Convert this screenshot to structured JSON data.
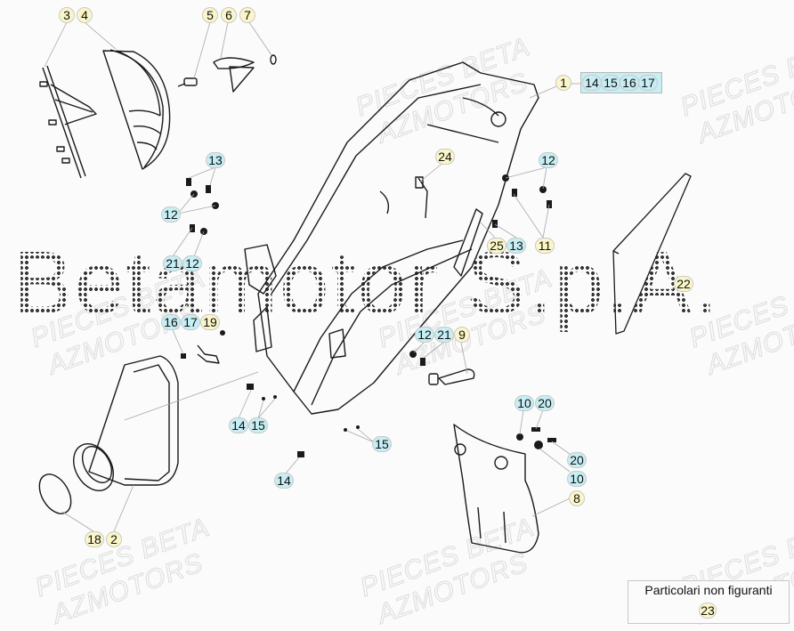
{
  "diagram": {
    "type": "exploded parts diagram",
    "background_logo_text": "Betamotor S.p.A.",
    "watermark": {
      "line1": "PIECES BETA",
      "line2": "AZMOTORS"
    },
    "colors": {
      "main_part_callout": "#fbf6c8",
      "hardware_callout": "#c6eef3",
      "line_art": "#1a1a1a",
      "leader_lines": "#a0a0a0"
    },
    "callouts": {
      "c3": "3",
      "c4": "4",
      "c5": "5",
      "c6": "6",
      "c7": "7",
      "c1": "1",
      "g14": "14",
      "g15": "15",
      "g16": "16",
      "g17": "17",
      "c13a": "13",
      "c12a": "12",
      "c21a": "21",
      "c12b": "12",
      "c16": "16",
      "c17": "17",
      "c19": "19",
      "c24": "24",
      "c12c": "12",
      "c25": "25",
      "c13b": "13",
      "c11": "11",
      "c22": "22",
      "c12d": "12",
      "c21b": "21",
      "c9": "9",
      "c14a": "14",
      "c15a": "15",
      "c15b": "15",
      "c14b": "14",
      "c10a": "10",
      "c20a": "20",
      "c20b": "20",
      "c10b": "10",
      "c8": "8",
      "c18": "18",
      "c2": "2"
    },
    "note": {
      "title": "Particolari non figuranti",
      "part": "23"
    }
  }
}
